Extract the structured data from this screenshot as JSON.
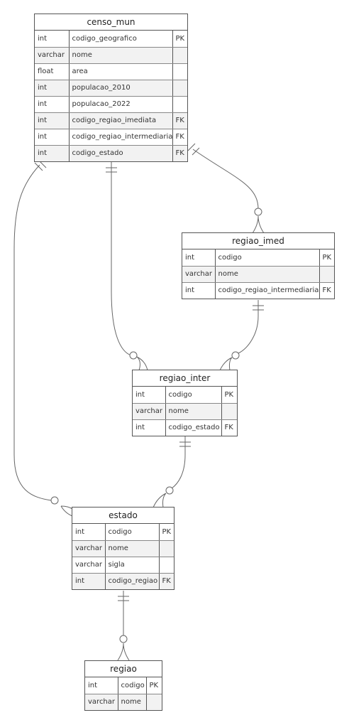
{
  "entities": {
    "censo_mun": {
      "name": "censo_mun",
      "attributes": [
        {
          "type": "int",
          "name": "codigo_geografico",
          "key": "PK"
        },
        {
          "type": "varchar",
          "name": "nome",
          "key": ""
        },
        {
          "type": "float",
          "name": "area",
          "key": ""
        },
        {
          "type": "int",
          "name": "populacao_2010",
          "key": ""
        },
        {
          "type": "int",
          "name": "populacao_2022",
          "key": ""
        },
        {
          "type": "int",
          "name": "codigo_regiao_imediata",
          "key": "FK"
        },
        {
          "type": "int",
          "name": "codigo_regiao_intermediaria",
          "key": "FK"
        },
        {
          "type": "int",
          "name": "codigo_estado",
          "key": "FK"
        }
      ]
    },
    "regiao_imed": {
      "name": "regiao_imed",
      "attributes": [
        {
          "type": "int",
          "name": "codigo",
          "key": "PK"
        },
        {
          "type": "varchar",
          "name": "nome",
          "key": ""
        },
        {
          "type": "int",
          "name": "codigo_regiao_intermediaria",
          "key": "FK"
        }
      ]
    },
    "regiao_inter": {
      "name": "regiao_inter",
      "attributes": [
        {
          "type": "int",
          "name": "codigo",
          "key": "PK"
        },
        {
          "type": "varchar",
          "name": "nome",
          "key": ""
        },
        {
          "type": "int",
          "name": "codigo_estado",
          "key": "FK"
        }
      ]
    },
    "estado": {
      "name": "estado",
      "attributes": [
        {
          "type": "int",
          "name": "codigo",
          "key": "PK"
        },
        {
          "type": "varchar",
          "name": "nome",
          "key": ""
        },
        {
          "type": "varchar",
          "name": "sigla",
          "key": ""
        },
        {
          "type": "int",
          "name": "codigo_regiao",
          "key": "FK"
        }
      ]
    },
    "regiao": {
      "name": "regiao",
      "attributes": [
        {
          "type": "int",
          "name": "codigo",
          "key": "PK"
        },
        {
          "type": "varchar",
          "name": "nome",
          "key": ""
        }
      ]
    }
  },
  "relationships": [
    {
      "from": "regiao_imed",
      "to": "censo_mun",
      "from_card": "zero-or-many",
      "to_card": "exactly-one"
    },
    {
      "from": "regiao_inter",
      "to": "censo_mun",
      "from_card": "zero-or-many",
      "to_card": "exactly-one"
    },
    {
      "from": "estado",
      "to": "censo_mun",
      "from_card": "zero-or-many",
      "to_card": "exactly-one"
    },
    {
      "from": "regiao_inter",
      "to": "regiao_imed",
      "from_card": "zero-or-many",
      "to_card": "exactly-one"
    },
    {
      "from": "estado",
      "to": "regiao_inter",
      "from_card": "zero-or-many",
      "to_card": "exactly-one"
    },
    {
      "from": "regiao",
      "to": "estado",
      "from_card": "zero-or-many",
      "to_card": "exactly-one"
    }
  ],
  "colors": {
    "line": "#555555",
    "stripe": "#f2f2f2",
    "border": "#555555"
  }
}
